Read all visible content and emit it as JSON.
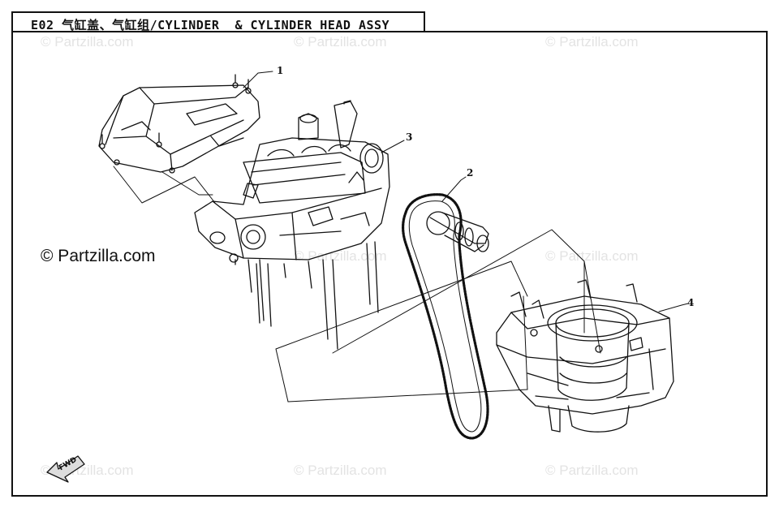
{
  "header": {
    "title": "E02 气缸盖、气缸组/CYLINDER  & CYLINDER HEAD ASSY"
  },
  "watermarks": {
    "small": "© Partzilla.com",
    "main": "© Partzilla.com"
  },
  "callouts": [
    "1",
    "2",
    "3",
    "4"
  ],
  "fwd_label": "FWD",
  "colors": {
    "line": "#111111",
    "watermark": "#e3e3e3"
  }
}
